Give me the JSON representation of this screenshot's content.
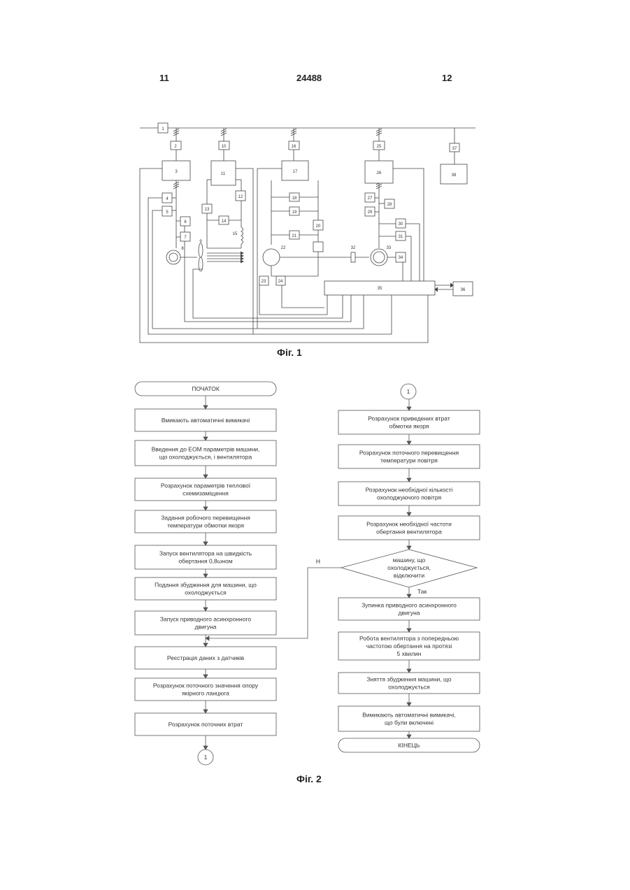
{
  "header": {
    "left": "11",
    "center": "24488",
    "right": "12"
  },
  "fig1": {
    "caption": "Фіг. 1",
    "blocks": [
      "1",
      "2",
      "3",
      "4",
      "5",
      "6",
      "7",
      "8",
      "9",
      "10",
      "11",
      "12",
      "13",
      "14",
      "15",
      "16",
      "17",
      "18",
      "19",
      "20",
      "21",
      "22",
      "23",
      "24",
      "25",
      "26",
      "27",
      "28",
      "29",
      "30",
      "31",
      "32",
      "33",
      "34",
      "35",
      "36",
      "37",
      "38"
    ]
  },
  "fig2": {
    "caption": "Фіг. 2",
    "start": "ПОЧАТОК",
    "end": "КІНЕЦЬ",
    "connector": "1",
    "left_steps": [
      [
        "Вмикають автоматичні вимикачі"
      ],
      [
        "Введення до ЕОМ параметрів машини,",
        "що охолоджується, і вентилятора"
      ],
      [
        "Розрахунок параметрів теплової",
        "схемизаміщення"
      ],
      [
        "Задання робочого перевищення",
        "температури обмотки якоря"
      ],
      [
        "Запуск вентилятора на швидкість",
        "обертання 0,8ωном"
      ],
      [
        "Подання збудження для машини, що",
        "охолоджується"
      ],
      [
        "Запуск приводного асинхронного",
        "двигуна"
      ],
      [
        "Реєстрація даних з датчиків"
      ],
      [
        "Розрахунок поточного значення опору",
        "якірного ланцюга"
      ],
      [
        "Розрахунок поточних втрат"
      ]
    ],
    "right_steps": [
      [
        "Розрахунок приведених втрат",
        "обмотки якоря"
      ],
      [
        "Розрахунок поточного перевищення",
        "температури повітря"
      ],
      [
        "Розрахунок необхідної кількості",
        "охолоджуючого повітря"
      ],
      [
        "Розрахунок необхідної частоти",
        "обертання вентилятора"
      ]
    ],
    "decision": [
      "машину, що",
      "охолоджується,",
      "відключити"
    ],
    "decision_no": "Н",
    "decision_yes": "Так",
    "right_steps_after": [
      [
        "Зупинка приводного асинхронного",
        "двигуна"
      ],
      [
        "Робота вентилятора з попередньою",
        "частотою обертання на протязі",
        "5 хвилин"
      ],
      [
        "Зняття збудження машини, що",
        "охолоджується"
      ],
      [
        "Вимикають автоматичні вимикачі,",
        "що були включені"
      ]
    ]
  }
}
